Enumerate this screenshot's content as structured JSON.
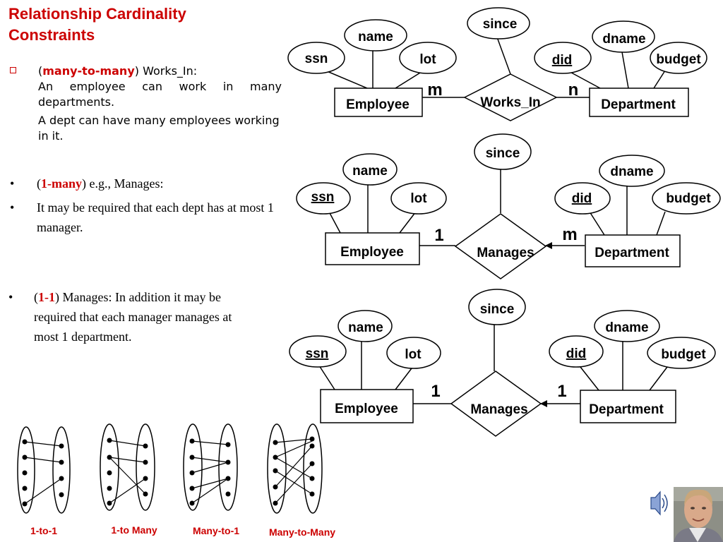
{
  "title_line1": "Relationship Cardinality",
  "title_line2": "Constraints",
  "bullet1": {
    "open": "(",
    "term": "many-to-many",
    "close": ") Works_In:",
    "line1": "An employee can work in many departments.",
    "line2": "A dept can have many employees working in it."
  },
  "bullet2": {
    "dot": "•",
    "open": "(",
    "term": "1-many",
    "rest": ") e.g., Manages:"
  },
  "bullet3": {
    "dot": "•",
    "text": "It may be required that each dept has at most 1 manager."
  },
  "bullet4": {
    "dot": "•",
    "open": "(",
    "term": "1-1",
    "rest": ") Manages: In addition it may be required that each manager manages at most 1 department."
  },
  "diagram1": {
    "entity1": "Employee",
    "entity2": "Department",
    "relationship": "Works_In",
    "rel_attr": "since",
    "e1_attrs": [
      "ssn",
      "name",
      "lot"
    ],
    "e2_attrs": [
      "did",
      "dname",
      "budget"
    ],
    "card_left": "m",
    "card_right": "n"
  },
  "diagram2": {
    "entity1": "Employee",
    "entity2": "Department",
    "relationship": "Manages",
    "rel_attr": "since",
    "e1_attrs": [
      "ssn",
      "name",
      "lot"
    ],
    "e2_attrs": [
      "did",
      "dname",
      "budget"
    ],
    "card_left": "1",
    "card_right": "m"
  },
  "diagram3": {
    "entity1": "Employee",
    "entity2": "Department",
    "relationship": "Manages",
    "rel_attr": "since",
    "e1_attrs": [
      "ssn",
      "name",
      "lot"
    ],
    "e2_attrs": [
      "did",
      "dname",
      "budget"
    ],
    "card_left": "1",
    "card_right": "1"
  },
  "mapping_labels": [
    "1-to-1",
    "1-to Many",
    "Many-to-1",
    "Many-to-Many"
  ],
  "icons": [
    "speaker-icon",
    "presenter-photo"
  ],
  "colors": {
    "accent": "#cc0000"
  }
}
